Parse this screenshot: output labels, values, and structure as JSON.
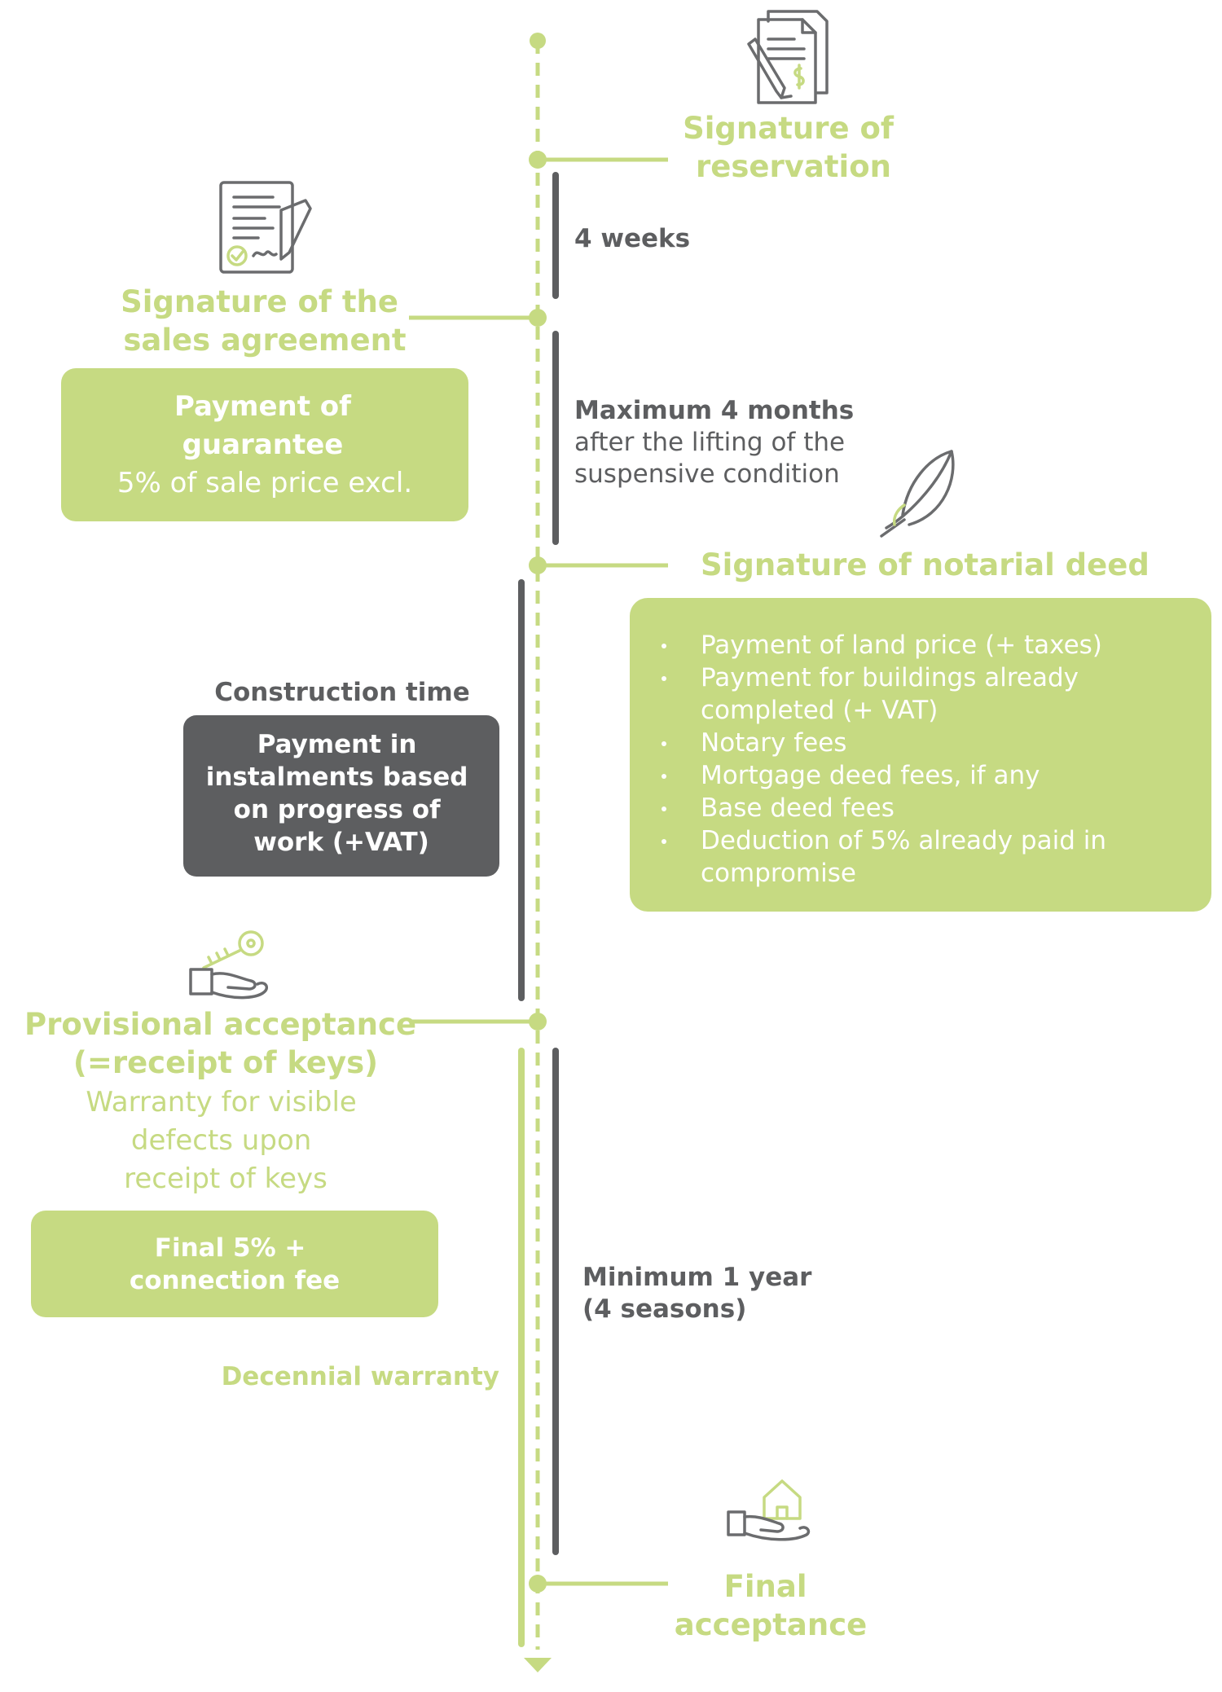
{
  "colors": {
    "green": "#c6da82",
    "gray": "#5d5e60",
    "dark_box": "#5d5e60",
    "white": "#ffffff"
  },
  "steps": {
    "reservation": {
      "title": [
        "Signature of",
        "reservation"
      ]
    },
    "sales_agreement": {
      "title": [
        "Signature of the",
        "sales agreement"
      ]
    },
    "notarial_deed": {
      "title": "Signature of notarial deed"
    },
    "provisional": {
      "title": [
        "Provisional acceptance",
        "(=receipt of keys)"
      ],
      "subtitle": [
        "Warranty for visible",
        "defects upon",
        "receipt of keys"
      ]
    },
    "final": {
      "title": [
        "Final",
        "acceptance"
      ]
    }
  },
  "durations": {
    "weeks": "4 weeks",
    "months": {
      "bold": "Maximum 4 months",
      "lines": [
        "after the lifting of the",
        "suspensive condition"
      ]
    },
    "construction": "Construction time",
    "year": [
      "Minimum 1 year",
      "(4 seasons)"
    ],
    "decennial": "Decennial warranty"
  },
  "boxes": {
    "guarantee": {
      "title": [
        "Payment of",
        "guarantee"
      ],
      "text": "5% of sale price excl."
    },
    "instalments": [
      "Payment in",
      "instalments based",
      "on progress of",
      "work (+VAT)"
    ],
    "deed_items": [
      [
        "Payment of land price (+ taxes)"
      ],
      [
        "Payment for buildings already",
        "completed (+ VAT)"
      ],
      [
        "Notary fees"
      ],
      [
        "Mortgage deed fees, if any"
      ],
      [
        "Base deed fees"
      ],
      [
        "Deduction of 5% already paid in",
        "compromise"
      ]
    ],
    "final_payment": [
      "Final 5% +",
      "connection fee"
    ]
  },
  "icons": [
    "contract-dollar-icon",
    "signed-contract-icon",
    "quill-feather-icon",
    "key-hand-icon",
    "house-hand-icon"
  ]
}
